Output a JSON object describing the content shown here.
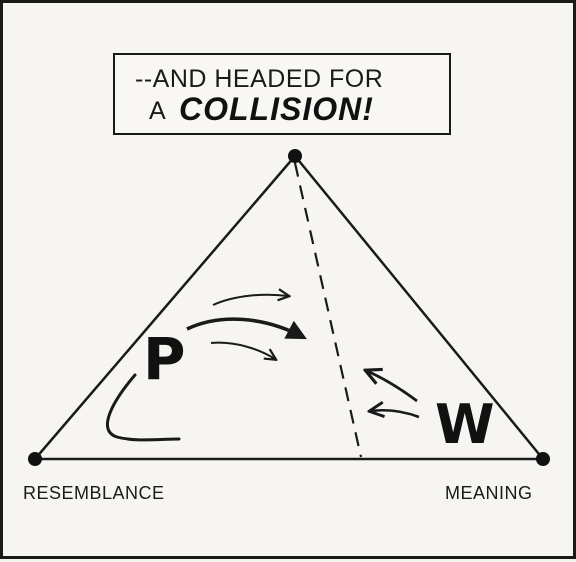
{
  "caption": {
    "line1": "--AND HEADED FOR",
    "line2_prefix": "A",
    "line2_emphasis": "COLLISION!"
  },
  "vertices": {
    "left_label": "RESEMBLANCE",
    "right_label": "MEANING"
  },
  "markers": {
    "p_label": "P",
    "w_label": "W"
  },
  "colors": {
    "ink": "#1a1a1a",
    "paper": "#f6f5f1"
  }
}
